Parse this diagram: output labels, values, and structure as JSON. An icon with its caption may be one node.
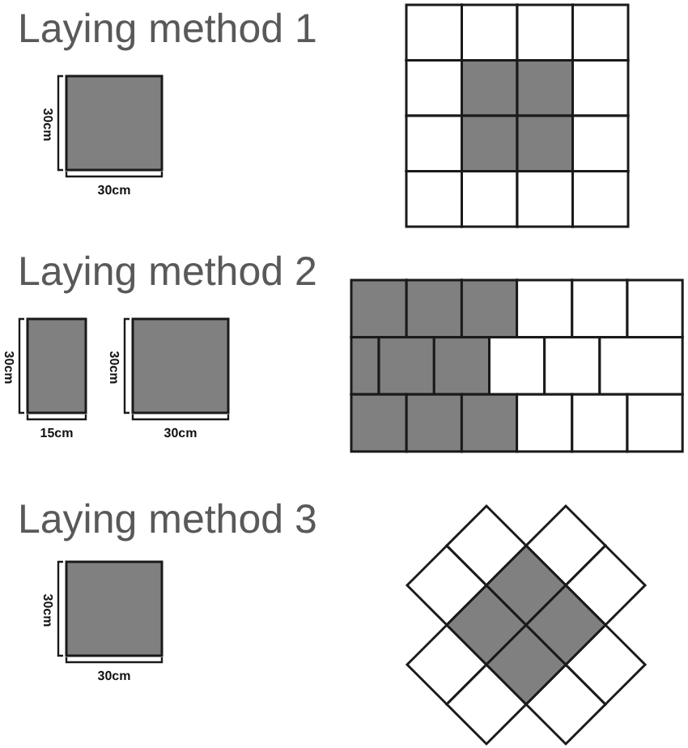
{
  "diagram": {
    "labels": [
      "Laying method 1",
      "30cm",
      "30cm",
      "Laying method 2",
      "30cm",
      "30cm",
      "15cm",
      "30cm",
      "Laying method 3",
      "30cm",
      "30cm"
    ]
  }
}
